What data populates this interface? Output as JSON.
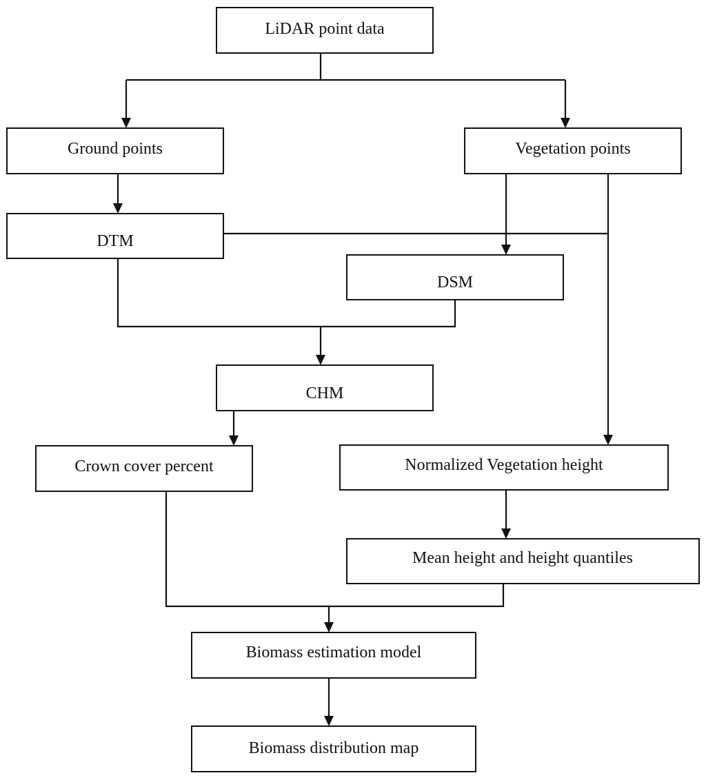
{
  "nodes": {
    "lidar": "LiDAR point data",
    "ground": "Ground points",
    "vegetation": "Vegetation points",
    "dtm": "DTM",
    "dsm": "DSM",
    "chm": "CHM",
    "crown": "Crown cover percent",
    "norm_height": "Normalized Vegetation height",
    "mean_height": "Mean height and height quantiles",
    "biomass_model": "Biomass estimation model",
    "biomass_map": "Biomass distribution map"
  },
  "colors": {
    "line": "#111111",
    "box_fill": "#ffffff"
  }
}
